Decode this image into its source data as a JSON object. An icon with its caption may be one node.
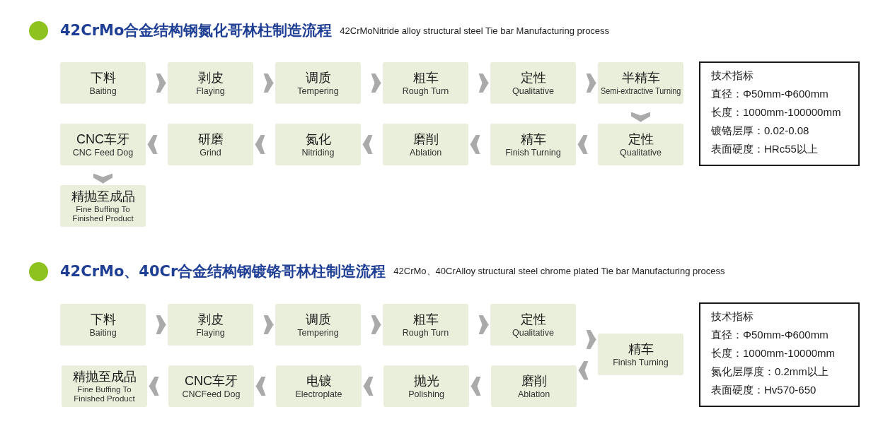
{
  "diagram": {
    "nodes": [
      {
        "text": [
          "下料",
          "Baiting"
        ]
      },
      {
        "text": [
          "剥皮",
          "Flaying"
        ]
      },
      {
        "text": [
          "调质",
          "Tempering"
        ]
      },
      {
        "text": [
          "粗车",
          "Rough Turn"
        ]
      },
      {
        "text": [
          "定性",
          "Qualitative"
        ]
      },
      {
        "text": [
          "半精车",
          "Semi-extractive Turning"
        ]
      },
      {
        "text": [
          "定性",
          "Qualitative"
        ]
      },
      {
        "text": [
          "精车",
          "Finish Turning"
        ]
      },
      {
        "text": [
          "磨削",
          "Ablation"
        ]
      },
      {
        "text": [
          "氮化",
          "Nitriding"
        ]
      },
      {
        "text": [
          "研磨",
          "Grind"
        ]
      },
      {
        "text": [
          "CNC车牙",
          "CNC Feed Dog"
        ]
      },
      {
        "text": [
          "精抛至成品",
          "Fine Buffing To Finished Product"
        ]
      },
      {
        "text": [
          "技术指标",
          "直径：Φ50mm-Φ600mm",
          "长度：1000mm-100000mm",
          "镀铬层厚：0.02-0.08",
          "表面硬度：HRc55以上"
        ]
      },
      {
        "text": [
          "下料",
          "Baiting"
        ]
      },
      {
        "text": [
          "剥皮",
          "Flaying"
        ]
      },
      {
        "text": [
          "调质",
          "Tempering"
        ]
      },
      {
        "text": [
          "粗车",
          "Rough Turn"
        ]
      },
      {
        "text": [
          "定性",
          "Qualitative"
        ]
      },
      {
        "text": [
          "精车",
          "Finish Turning"
        ]
      },
      {
        "text": [
          "磨削",
          "Ablation"
        ]
      },
      {
        "text": [
          "抛光",
          "Polishing"
        ]
      },
      {
        "text": [
          "电镀",
          "Electroplate"
        ]
      },
      {
        "text": [
          "CNC车牙",
          "CNCFeed Dog"
        ]
      },
      {
        "text": [
          "精抛至成品",
          "Fine Buffing To Finished Product"
        ]
      },
      {
        "text": [
          "技术指标",
          "直径：Φ50mm-Φ600mm",
          "长度：1000mm-10000mm",
          "氮化层厚度：0.2mm以上",
          "表面硬度：Hv570-650"
        ]
      }
    ],
    "edges": [
      {
        "from": 0,
        "to": 1,
        "arrow": "to"
      },
      {
        "from": 1,
        "to": 2,
        "arrow": "to"
      },
      {
        "from": 2,
        "to": 3,
        "arrow": "to"
      },
      {
        "from": 3,
        "to": 4,
        "arrow": "to"
      },
      {
        "from": 4,
        "to": 5,
        "arrow": "to"
      },
      {
        "from": 5,
        "to": 6,
        "arrow": "to"
      },
      {
        "from": 6,
        "to": 7,
        "arrow": "to"
      },
      {
        "from": 7,
        "to": 8,
        "arrow": "to"
      },
      {
        "from": 8,
        "to": 9,
        "arrow": "to"
      },
      {
        "from": 9,
        "to": 10,
        "arrow": "to"
      },
      {
        "from": 10,
        "to": 11,
        "arrow": "to"
      },
      {
        "from": 11,
        "to": 12,
        "arrow": "to"
      },
      {
        "from": 14,
        "to": 15,
        "arrow": "to"
      },
      {
        "from": 15,
        "to": 16,
        "arrow": "to"
      },
      {
        "from": 16,
        "to": 17,
        "arrow": "to"
      },
      {
        "from": 17,
        "to": 18,
        "arrow": "to"
      },
      {
        "from": 18,
        "to": 19,
        "arrow": "to"
      },
      {
        "from": 19,
        "to": 20,
        "arrow": "to"
      },
      {
        "from": 20,
        "to": 21,
        "arrow": "to"
      },
      {
        "from": 21,
        "to": 22,
        "arrow": "to"
      },
      {
        "from": 22,
        "to": 23,
        "arrow": "to"
      },
      {
        "from": 23,
        "to": 24,
        "arrow": "to"
      }
    ],
    "labels": [
      "42CrMo合金结构钢氮化哥林柱制造流程",
      "42CrMoNitride alloy structural steel Tie bar Manufacturing process",
      "42CrMo、40Cr合金结构钢镀铬哥林柱制造流程",
      "42CrMo、40CrAlloy structural steel chrome plated Tie bar Manufacturing process"
    ]
  }
}
